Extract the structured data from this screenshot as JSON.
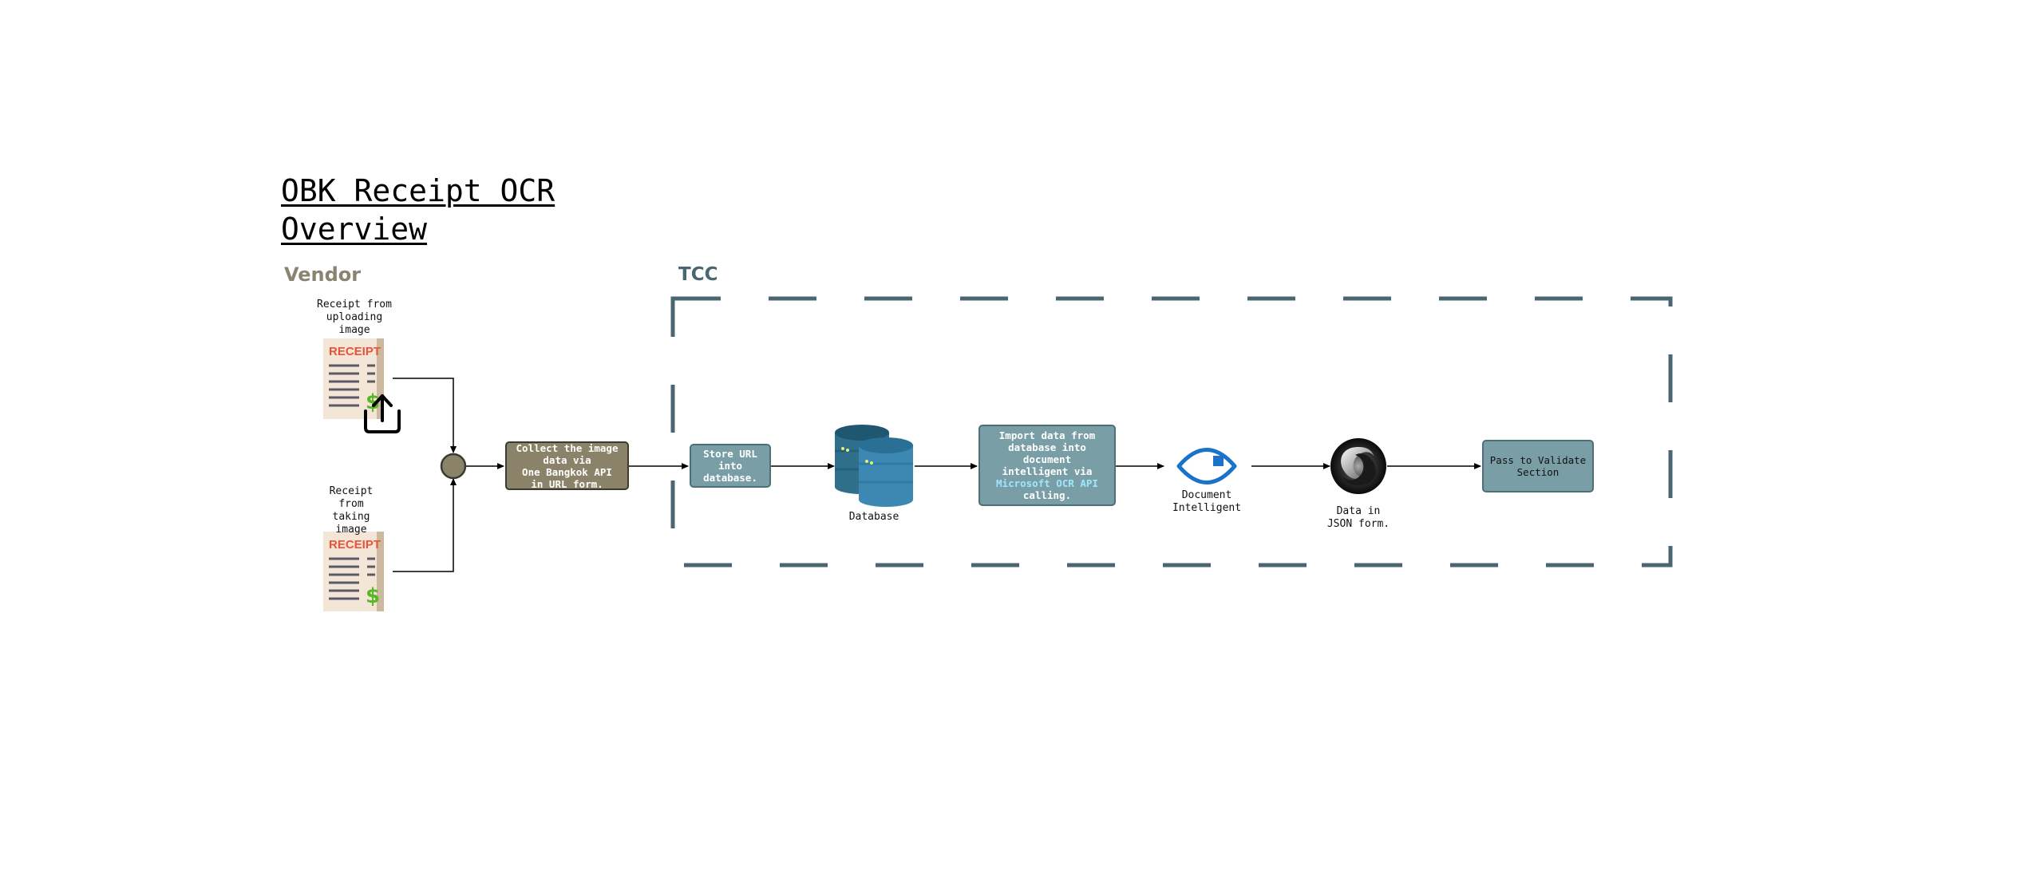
{
  "title": {
    "line1": "OBK Receipt OCR",
    "line2": "Overview"
  },
  "sections": {
    "vendor": "Vendor",
    "tcc": "TCC"
  },
  "inputs": {
    "upload": {
      "label": [
        "Receipt from",
        "uploading",
        "image"
      ],
      "icon": "receipt-upload-icon",
      "badge": "RECEIPT"
    },
    "camera": {
      "label": [
        "Receipt",
        "from",
        "taking",
        "image"
      ],
      "icon": "receipt-icon",
      "badge": "RECEIPT"
    }
  },
  "nodes": {
    "collect": {
      "lines": [
        "Collect the image",
        "data via",
        "One Bangkok API",
        "in URL form."
      ]
    },
    "store": {
      "lines": [
        "Store URL",
        "into",
        "database."
      ]
    },
    "database": {
      "label": "Database",
      "icon": "database-icon"
    },
    "import": {
      "lines": [
        "Import data from",
        "database into document",
        "intelligent via",
        "Microsoft OCR API",
        "calling."
      ]
    },
    "doc_intel": {
      "label": [
        "Document",
        "Intelligent"
      ],
      "icon": "eye-icon"
    },
    "json": {
      "label": [
        "Data in",
        "JSON form."
      ],
      "icon": "json-icon"
    },
    "pass": {
      "lines": [
        "Pass to Validate",
        "Section"
      ]
    }
  },
  "colors": {
    "vendor": "#8a8370",
    "tcc": "#4a6670",
    "vendor_box": "#8a8369",
    "tcc_box": "#7a9ea6",
    "highlight": "#9fe6ff",
    "eye": "#1a73c8",
    "receipt_red": "#e8533a",
    "dollar_green": "#5ab52c"
  }
}
